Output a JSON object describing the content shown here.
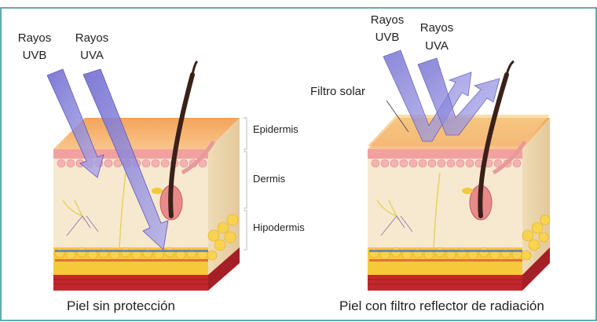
{
  "left_panel": {
    "uvb_label_line1": "Rayos",
    "uvb_label_line2": "UVB",
    "uva_label_line1": "Rayos",
    "uva_label_line2": "UVA",
    "layers": {
      "epidermis": "Epidermis",
      "dermis": "Dermis",
      "hypodermis": "Hipodermis"
    },
    "caption": "Piel sin protección"
  },
  "right_panel": {
    "uvb_label_line1": "Rayos",
    "uvb_label_line2": "UVB",
    "uva_label_line1": "Rayos",
    "uva_label_line2": "UVA",
    "filter_label": "Filtro solar",
    "caption": "Piel con filtro reflector de radiación"
  },
  "colors": {
    "border": "#2f8f8f",
    "epidermis_top": "#f7b06a",
    "dermis": "#f5e6c8",
    "fat": "#f6c93a",
    "muscle": "#c2262e",
    "ray": "#8a86d8",
    "hair": "#3a2118"
  }
}
